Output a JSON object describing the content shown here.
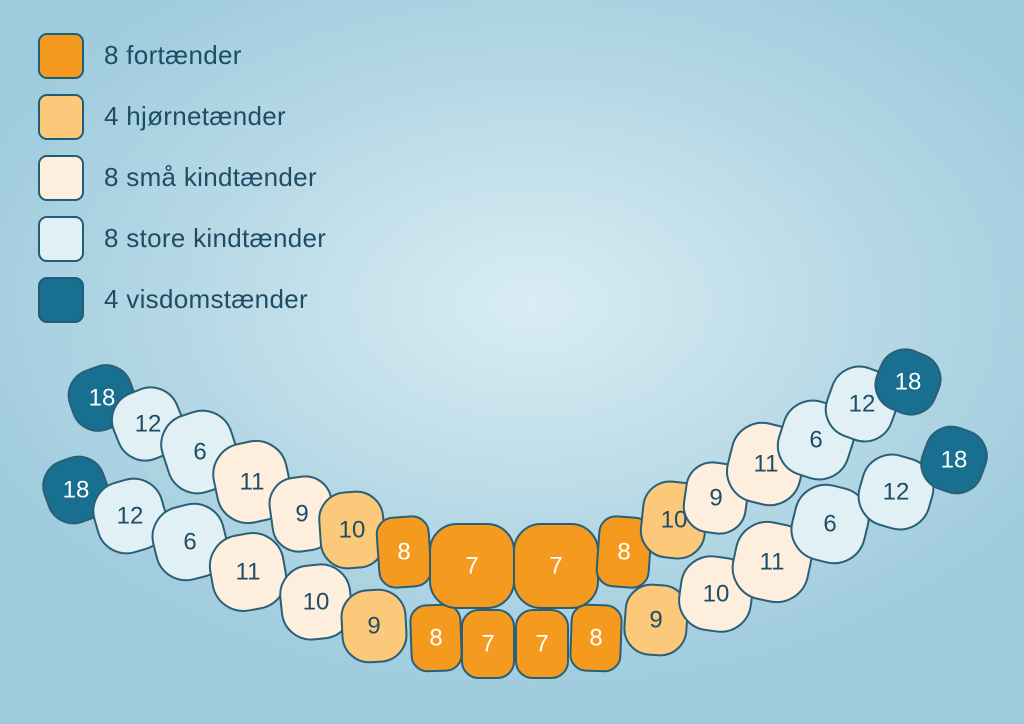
{
  "legend": [
    {
      "label": "8 fortænder",
      "color": "#f39a1f",
      "icon": "incisor-swatch"
    },
    {
      "label": "4 hjørnetænder",
      "color": "#fcc97a",
      "icon": "canine-swatch"
    },
    {
      "label": "8 små kindtænder",
      "color": "#fdeedd",
      "icon": "premolar-swatch"
    },
    {
      "label": "8 store kindtænder",
      "color": "#e1f0f4",
      "icon": "molar-swatch"
    },
    {
      "label": "4 visdomstænder",
      "color": "#186f8f",
      "icon": "wisdom-tooth-swatch"
    }
  ],
  "teeth": {
    "upper": [
      "18",
      "12",
      "6",
      "11",
      "9",
      "10",
      "8",
      "7",
      "7",
      "8",
      "10",
      "9",
      "11",
      "6",
      "12",
      "18"
    ],
    "lower": [
      "18",
      "12",
      "6",
      "11",
      "10",
      "9",
      "8",
      "7",
      "7",
      "8",
      "9",
      "10",
      "11",
      "6",
      "12",
      "18"
    ]
  }
}
